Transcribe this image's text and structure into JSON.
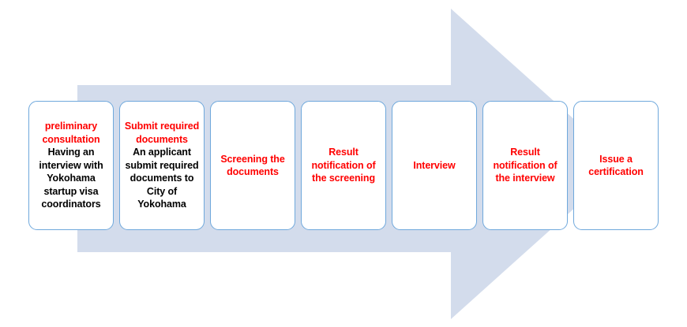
{
  "diagram": {
    "type": "process-flow",
    "title_text": "",
    "arrow": {
      "name": "right-arrow-shape",
      "direction": "right",
      "fill_color": "#D3DCEC"
    },
    "card_style": {
      "border_color": "#6FA8DC",
      "background_color": "#FFFFFF",
      "title_color": "#FF0000",
      "body_color": "#000000"
    },
    "steps": [
      {
        "index": 1,
        "title": "preliminary consultation",
        "body": "Having an interview with Yokohama startup visa coordinators"
      },
      {
        "index": 2,
        "title": "Submit required documents",
        "body": "An applicant submit required documents to City of Yokohama"
      },
      {
        "index": 3,
        "title": "Screening the documents",
        "body": ""
      },
      {
        "index": 4,
        "title": "Result notification of the screening",
        "body": ""
      },
      {
        "index": 5,
        "title": "Interview",
        "body": ""
      },
      {
        "index": 6,
        "title": "Result notification of the interview",
        "body": ""
      },
      {
        "index": 7,
        "title": "Issue a certification",
        "body": ""
      }
    ]
  }
}
